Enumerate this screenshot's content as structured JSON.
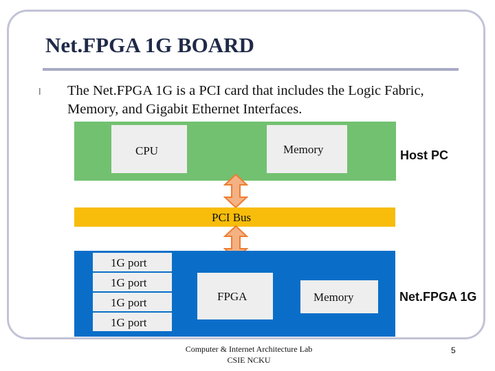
{
  "slide": {
    "title": "Net.FPGA 1G BOARD",
    "bullet_symbol": "l",
    "bullet_text": "The Net.FPGA 1G is a PCI card that includes the Logic Fabric, Memory, and Gigabit Ethernet Interfaces."
  },
  "diagram": {
    "host": {
      "cpu": "CPU",
      "memory": "Memory",
      "label": "Host PC"
    },
    "pci_bus": "PCI Bus",
    "board": {
      "ports": [
        "1G port",
        "1G port",
        "1G port",
        "1G port"
      ],
      "fpga": "FPGA",
      "memory": "Memory",
      "label": "Net.FPGA 1G"
    }
  },
  "footer": {
    "line1": "Computer & Internet Architecture Lab",
    "line2": "CSIE NCKU",
    "page_number": "5"
  },
  "colors": {
    "host_fill": "#72c170",
    "pci_fill": "#f8bd0a",
    "board_fill": "#0a6ec8",
    "arrow_fill": "#f4b183",
    "arrow_stroke": "#ed7d31",
    "title_color": "#1f2a48"
  }
}
